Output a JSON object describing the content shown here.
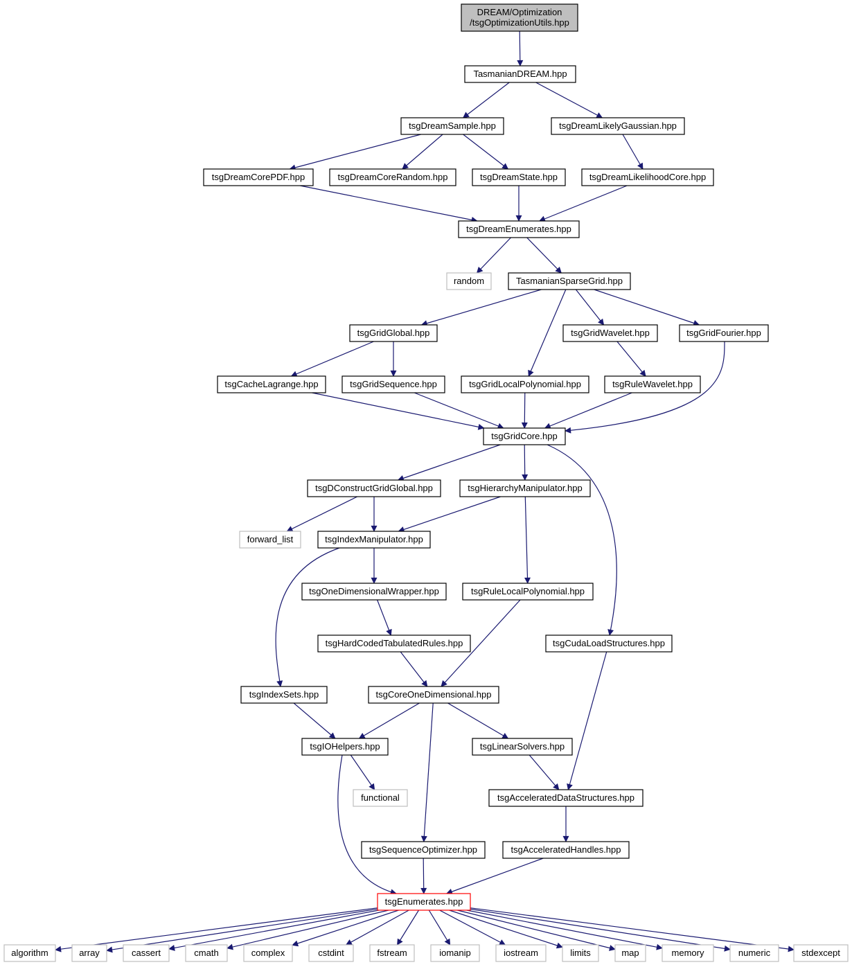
{
  "graph": {
    "colors": {
      "edge": "#191970",
      "border": "#000000",
      "external_border": "#bfbfbf",
      "root_fill": "#bfbfbf",
      "highlight_border": "#ff0000",
      "background": "#ffffff"
    },
    "nodes": [
      {
        "id": "root",
        "lines": [
          "DREAM/Optimization",
          "/tsgOptimizationUtils.hpp"
        ],
        "kind": "root"
      },
      {
        "id": "tasmanian_dream",
        "lines": [
          "TasmanianDREAM.hpp"
        ],
        "kind": "normal"
      },
      {
        "id": "dream_sample",
        "lines": [
          "tsgDreamSample.hpp"
        ],
        "kind": "normal"
      },
      {
        "id": "dream_likely_gaussian",
        "lines": [
          "tsgDreamLikelyGaussian.hpp"
        ],
        "kind": "normal"
      },
      {
        "id": "dream_core_pdf",
        "lines": [
          "tsgDreamCorePDF.hpp"
        ],
        "kind": "normal"
      },
      {
        "id": "dream_core_random",
        "lines": [
          "tsgDreamCoreRandom.hpp"
        ],
        "kind": "normal"
      },
      {
        "id": "dream_state",
        "lines": [
          "tsgDreamState.hpp"
        ],
        "kind": "normal"
      },
      {
        "id": "dream_likelihood_core",
        "lines": [
          "tsgDreamLikelihoodCore.hpp"
        ],
        "kind": "normal"
      },
      {
        "id": "dream_enumerates",
        "lines": [
          "tsgDreamEnumerates.hpp"
        ],
        "kind": "normal"
      },
      {
        "id": "random",
        "lines": [
          "random"
        ],
        "kind": "external"
      },
      {
        "id": "tasmanian_sparse_grid",
        "lines": [
          "TasmanianSparseGrid.hpp"
        ],
        "kind": "normal"
      },
      {
        "id": "grid_global",
        "lines": [
          "tsgGridGlobal.hpp"
        ],
        "kind": "normal"
      },
      {
        "id": "grid_wavelet",
        "lines": [
          "tsgGridWavelet.hpp"
        ],
        "kind": "normal"
      },
      {
        "id": "grid_fourier",
        "lines": [
          "tsgGridFourier.hpp"
        ],
        "kind": "normal"
      },
      {
        "id": "cache_lagrange",
        "lines": [
          "tsgCacheLagrange.hpp"
        ],
        "kind": "normal"
      },
      {
        "id": "grid_sequence",
        "lines": [
          "tsgGridSequence.hpp"
        ],
        "kind": "normal"
      },
      {
        "id": "grid_local_polynomial",
        "lines": [
          "tsgGridLocalPolynomial.hpp"
        ],
        "kind": "normal"
      },
      {
        "id": "rule_wavelet",
        "lines": [
          "tsgRuleWavelet.hpp"
        ],
        "kind": "normal"
      },
      {
        "id": "grid_core",
        "lines": [
          "tsgGridCore.hpp"
        ],
        "kind": "normal"
      },
      {
        "id": "dconstruct_grid_global",
        "lines": [
          "tsgDConstructGridGlobal.hpp"
        ],
        "kind": "normal"
      },
      {
        "id": "hierarchy_manipulator",
        "lines": [
          "tsgHierarchyManipulator.hpp"
        ],
        "kind": "normal"
      },
      {
        "id": "forward_list",
        "lines": [
          "forward_list"
        ],
        "kind": "external"
      },
      {
        "id": "index_manipulator",
        "lines": [
          "tsgIndexManipulator.hpp"
        ],
        "kind": "normal"
      },
      {
        "id": "one_dimensional_wrapper",
        "lines": [
          "tsgOneDimensionalWrapper.hpp"
        ],
        "kind": "normal"
      },
      {
        "id": "rule_local_polynomial",
        "lines": [
          "tsgRuleLocalPolynomial.hpp"
        ],
        "kind": "normal"
      },
      {
        "id": "hard_coded_tabulated_rules",
        "lines": [
          "tsgHardCodedTabulatedRules.hpp"
        ],
        "kind": "normal"
      },
      {
        "id": "cuda_load_structures",
        "lines": [
          "tsgCudaLoadStructures.hpp"
        ],
        "kind": "normal"
      },
      {
        "id": "index_sets",
        "lines": [
          "tsgIndexSets.hpp"
        ],
        "kind": "normal"
      },
      {
        "id": "core_one_dimensional",
        "lines": [
          "tsgCoreOneDimensional.hpp"
        ],
        "kind": "normal"
      },
      {
        "id": "io_helpers",
        "lines": [
          "tsgIOHelpers.hpp"
        ],
        "kind": "normal"
      },
      {
        "id": "linear_solvers",
        "lines": [
          "tsgLinearSolvers.hpp"
        ],
        "kind": "normal"
      },
      {
        "id": "functional",
        "lines": [
          "functional"
        ],
        "kind": "external"
      },
      {
        "id": "accelerated_data_structures",
        "lines": [
          "tsgAcceleratedDataStructures.hpp"
        ],
        "kind": "normal"
      },
      {
        "id": "sequence_optimizer",
        "lines": [
          "tsgSequenceOptimizer.hpp"
        ],
        "kind": "normal"
      },
      {
        "id": "accelerated_handles",
        "lines": [
          "tsgAcceleratedHandles.hpp"
        ],
        "kind": "normal"
      },
      {
        "id": "enumerates",
        "lines": [
          "tsgEnumerates.hpp"
        ],
        "kind": "highlight"
      },
      {
        "id": "algorithm",
        "lines": [
          "algorithm"
        ],
        "kind": "external"
      },
      {
        "id": "array",
        "lines": [
          "array"
        ],
        "kind": "external"
      },
      {
        "id": "cassert",
        "lines": [
          "cassert"
        ],
        "kind": "external"
      },
      {
        "id": "cmath",
        "lines": [
          "cmath"
        ],
        "kind": "external"
      },
      {
        "id": "complex",
        "lines": [
          "complex"
        ],
        "kind": "external"
      },
      {
        "id": "cstdint",
        "lines": [
          "cstdint"
        ],
        "kind": "external"
      },
      {
        "id": "fstream",
        "lines": [
          "fstream"
        ],
        "kind": "external"
      },
      {
        "id": "iomanip",
        "lines": [
          "iomanip"
        ],
        "kind": "external"
      },
      {
        "id": "iostream",
        "lines": [
          "iostream"
        ],
        "kind": "external"
      },
      {
        "id": "limits",
        "lines": [
          "limits"
        ],
        "kind": "external"
      },
      {
        "id": "map",
        "lines": [
          "map"
        ],
        "kind": "external"
      },
      {
        "id": "memory",
        "lines": [
          "memory"
        ],
        "kind": "external"
      },
      {
        "id": "numeric",
        "lines": [
          "numeric"
        ],
        "kind": "external"
      },
      {
        "id": "stdexcept",
        "lines": [
          "stdexcept"
        ],
        "kind": "external"
      }
    ],
    "edges": [
      [
        "root",
        "tasmanian_dream"
      ],
      [
        "tasmanian_dream",
        "dream_sample"
      ],
      [
        "tasmanian_dream",
        "dream_likely_gaussian"
      ],
      [
        "dream_sample",
        "dream_core_pdf"
      ],
      [
        "dream_sample",
        "dream_core_random"
      ],
      [
        "dream_sample",
        "dream_state"
      ],
      [
        "dream_likely_gaussian",
        "dream_likelihood_core"
      ],
      [
        "dream_core_pdf",
        "dream_enumerates"
      ],
      [
        "dream_state",
        "dream_enumerates"
      ],
      [
        "dream_likelihood_core",
        "dream_enumerates"
      ],
      [
        "dream_enumerates",
        "random"
      ],
      [
        "dream_enumerates",
        "tasmanian_sparse_grid"
      ],
      [
        "tasmanian_sparse_grid",
        "grid_global"
      ],
      [
        "tasmanian_sparse_grid",
        "grid_local_polynomial"
      ],
      [
        "tasmanian_sparse_grid",
        "grid_wavelet"
      ],
      [
        "tasmanian_sparse_grid",
        "grid_fourier"
      ],
      [
        "grid_global",
        "cache_lagrange"
      ],
      [
        "grid_global",
        "grid_sequence"
      ],
      [
        "grid_wavelet",
        "rule_wavelet"
      ],
      [
        "cache_lagrange",
        "grid_core"
      ],
      [
        "grid_sequence",
        "grid_core"
      ],
      [
        "grid_local_polynomial",
        "grid_core"
      ],
      [
        "rule_wavelet",
        "grid_core"
      ],
      [
        "grid_fourier",
        "grid_core"
      ],
      [
        "grid_core",
        "dconstruct_grid_global"
      ],
      [
        "grid_core",
        "hierarchy_manipulator"
      ],
      [
        "grid_core",
        "cuda_load_structures"
      ],
      [
        "dconstruct_grid_global",
        "forward_list"
      ],
      [
        "dconstruct_grid_global",
        "index_manipulator"
      ],
      [
        "hierarchy_manipulator",
        "index_manipulator"
      ],
      [
        "hierarchy_manipulator",
        "rule_local_polynomial"
      ],
      [
        "index_manipulator",
        "one_dimensional_wrapper"
      ],
      [
        "index_manipulator",
        "index_sets"
      ],
      [
        "one_dimensional_wrapper",
        "hard_coded_tabulated_rules"
      ],
      [
        "hard_coded_tabulated_rules",
        "core_one_dimensional"
      ],
      [
        "rule_local_polynomial",
        "core_one_dimensional"
      ],
      [
        "cuda_load_structures",
        "accelerated_data_structures"
      ],
      [
        "index_sets",
        "io_helpers"
      ],
      [
        "core_one_dimensional",
        "io_helpers"
      ],
      [
        "core_one_dimensional",
        "linear_solvers"
      ],
      [
        "core_one_dimensional",
        "sequence_optimizer"
      ],
      [
        "io_helpers",
        "functional"
      ],
      [
        "io_helpers",
        "enumerates"
      ],
      [
        "linear_solvers",
        "accelerated_data_structures"
      ],
      [
        "accelerated_data_structures",
        "accelerated_handles"
      ],
      [
        "sequence_optimizer",
        "enumerates"
      ],
      [
        "accelerated_handles",
        "enumerates"
      ],
      [
        "enumerates",
        "algorithm"
      ],
      [
        "enumerates",
        "array"
      ],
      [
        "enumerates",
        "cassert"
      ],
      [
        "enumerates",
        "cmath"
      ],
      [
        "enumerates",
        "complex"
      ],
      [
        "enumerates",
        "cstdint"
      ],
      [
        "enumerates",
        "fstream"
      ],
      [
        "enumerates",
        "iomanip"
      ],
      [
        "enumerates",
        "iostream"
      ],
      [
        "enumerates",
        "limits"
      ],
      [
        "enumerates",
        "map"
      ],
      [
        "enumerates",
        "memory"
      ],
      [
        "enumerates",
        "numeric"
      ],
      [
        "enumerates",
        "stdexcept"
      ]
    ]
  }
}
